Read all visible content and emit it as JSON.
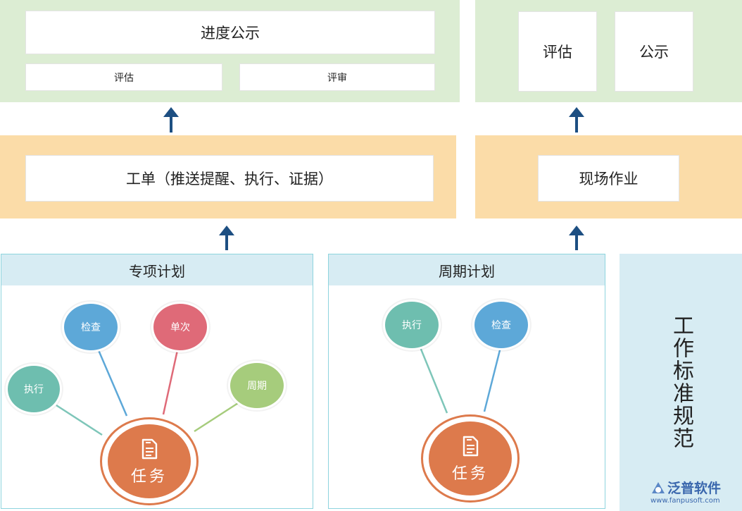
{
  "left_top": {
    "title": "进度公示",
    "items": [
      "评估",
      "评审"
    ]
  },
  "right_top": {
    "items": [
      "评估",
      "公示"
    ]
  },
  "left_mid": {
    "label": "工单（推送提醒、执行、证据）"
  },
  "right_mid": {
    "label": "现场作业"
  },
  "special_plan": {
    "title": "专项计划",
    "bubbles": [
      "执行",
      "检查",
      "单次",
      "周期"
    ],
    "center": "任务"
  },
  "periodic_plan": {
    "title": "周期计划",
    "bubbles": [
      "执行",
      "检查"
    ],
    "center": "任务"
  },
  "side_label": "工作标准规范",
  "watermark": {
    "brand": "泛普软件",
    "url": "www.fanpusoft.com"
  },
  "colors": {
    "green_band": "#dcedd3",
    "orange_band": "#fbdca8",
    "blue_band": "#d7ecf3",
    "arrow": "#1d4f82",
    "teal": "#6ebeaf",
    "blue": "#5da8d8",
    "red": "#df6a78",
    "lime": "#a6cc7c",
    "task": "#dd7a4c"
  }
}
